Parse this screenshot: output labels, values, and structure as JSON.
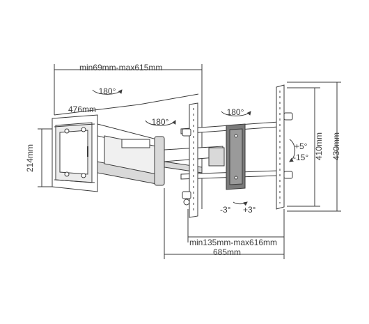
{
  "dimensions": {
    "arm_extension": "min69mm-max615mm",
    "wall_plate_width": "476mm",
    "wall_plate_height": "214mm",
    "vesa_horizontal": "min135mm-max616mm",
    "overall_width": "685mm",
    "vesa_vertical": "410mm",
    "overall_height": "430mm"
  },
  "rotations": {
    "arm_swivel_top": "180°",
    "arm_swivel_mid": "180°",
    "head_swivel": "180°",
    "tilt_up": "+5°",
    "tilt_down": "-15°",
    "level_left": "-3°",
    "level_right": "+3°"
  },
  "colors": {
    "line": "#3a3a3a",
    "fill_light": "#d9d9d9",
    "fill_dark": "#7a7a7a"
  }
}
